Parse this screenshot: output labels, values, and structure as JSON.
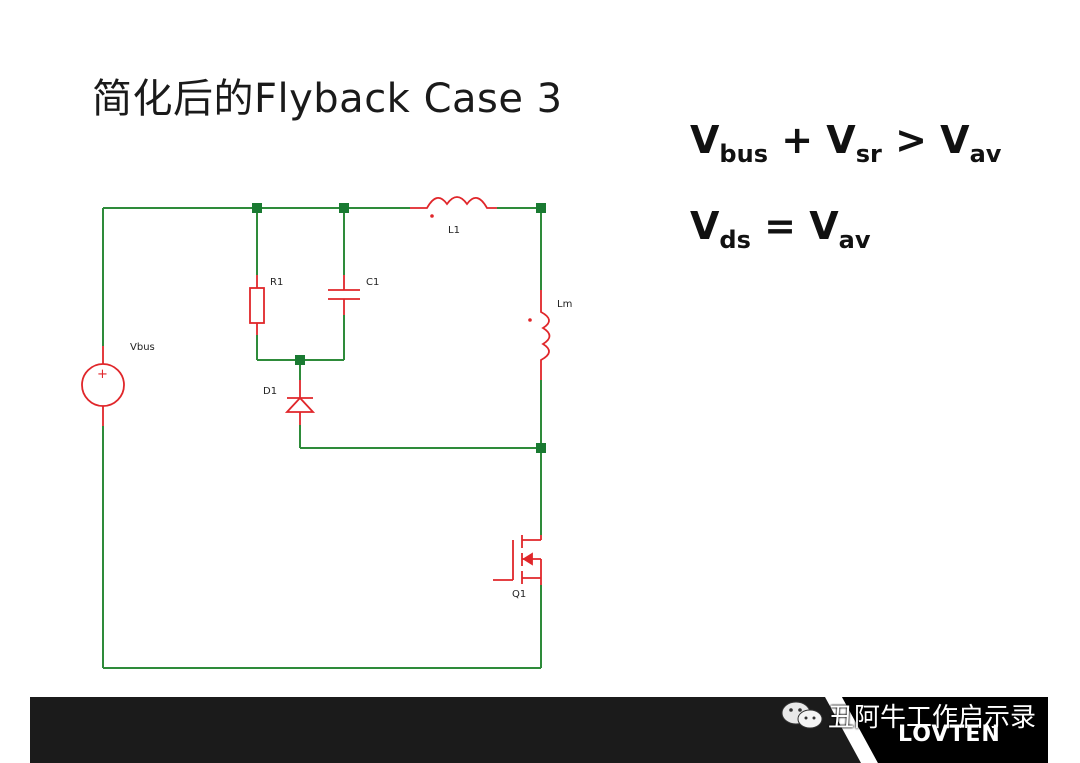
{
  "slide": {
    "title": "简化后的Flyback Case 3"
  },
  "equations": {
    "eq1": {
      "v1": "V",
      "s1": "bus",
      "op1": "+",
      "v2": "V",
      "s2": "sr",
      "op2": ">",
      "v3": "V",
      "s3": "av"
    },
    "eq2": {
      "v1": "V",
      "s1": "ds",
      "op1": "=",
      "v2": "V",
      "s2": "av"
    }
  },
  "circuit": {
    "labels": {
      "l1": "L1",
      "r1": "R1",
      "c1": "C1",
      "lm": "Lm",
      "vbus": "Vbus",
      "d1": "D1",
      "q1": "Q1",
      "source_plus": "+"
    },
    "colors": {
      "wire": "#2e8b3a",
      "component": "#e0262a",
      "node": "#1a7a32"
    }
  },
  "footer": {
    "brand_text": "丑阿牛工作启示录",
    "logo": "LOVTEN"
  }
}
